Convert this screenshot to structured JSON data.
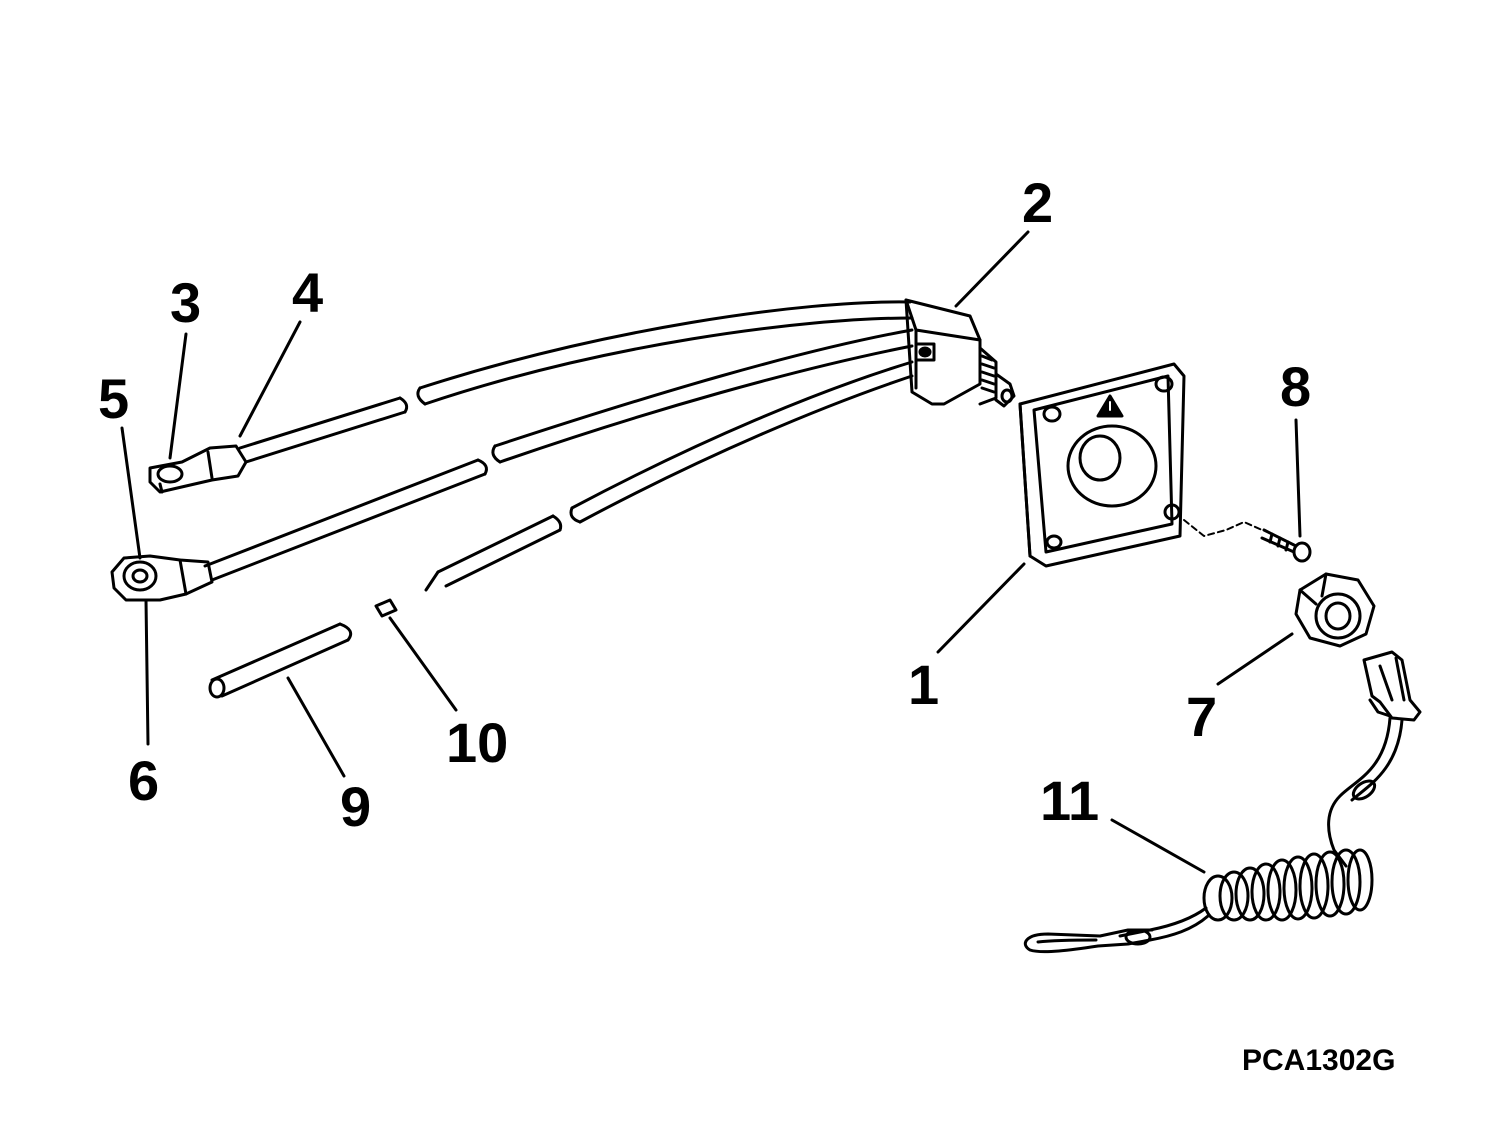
{
  "diagram": {
    "figure_code": "PCA1302G",
    "callouts": [
      "1",
      "2",
      "3",
      "4",
      "5",
      "6",
      "7",
      "8",
      "9",
      "10",
      "11"
    ]
  },
  "colors": {
    "ink": "#000000",
    "paper": "#ffffff"
  }
}
